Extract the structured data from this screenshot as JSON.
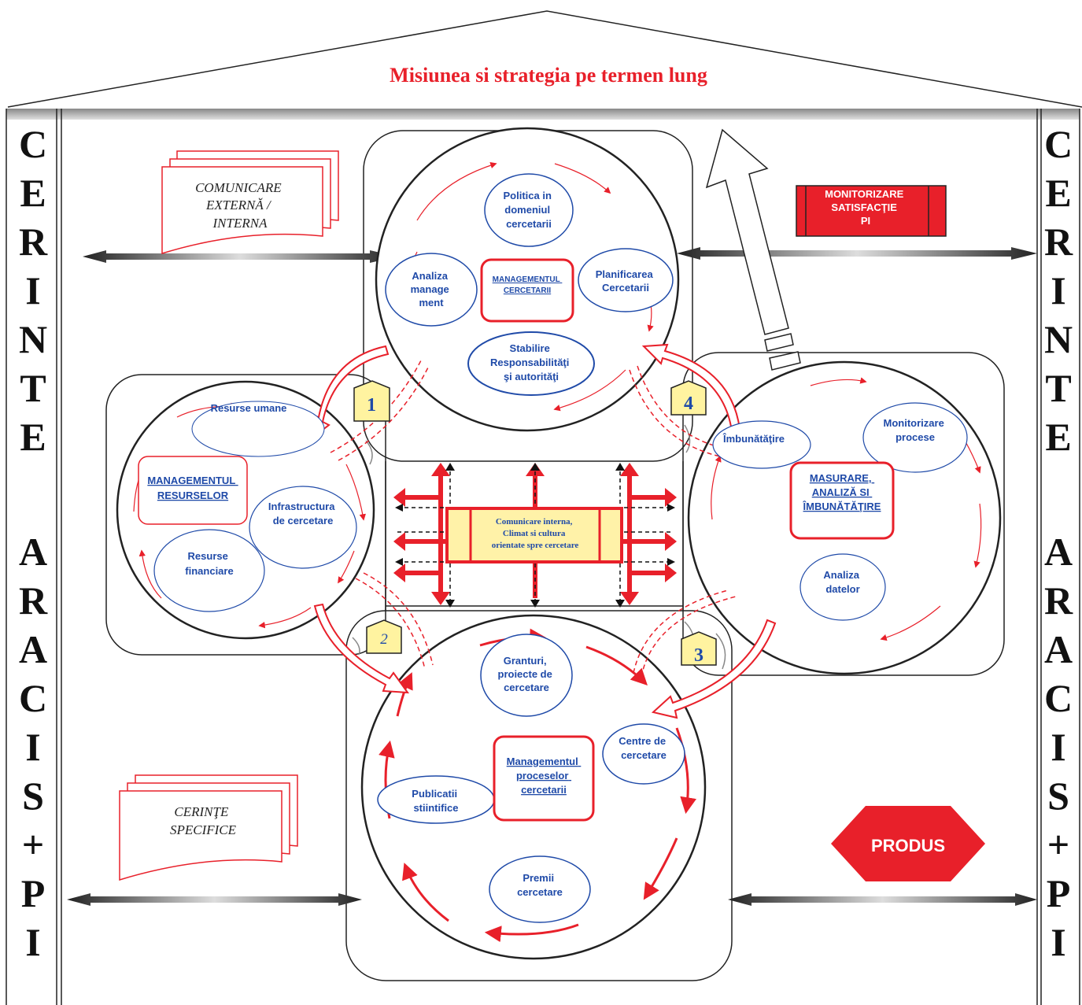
{
  "title": "Misiunea si strategia pe termen lung",
  "side_label_top": [
    "C",
    "E",
    "R",
    "I",
    "N",
    "T",
    "E"
  ],
  "side_label_bottom": [
    "A",
    "R",
    "A",
    "C",
    "I",
    "S",
    "+",
    "P",
    "I"
  ],
  "docs": {
    "communication": [
      "COMUNICARE",
      "EXTERNĂ /",
      "INTERNA"
    ],
    "requirements": [
      "CERINŢE",
      "SPECIFICE"
    ]
  },
  "monitor_box": [
    "MONITORIZARE",
    "SATISFACŢIE",
    "PI"
  ],
  "product_label": "PRODUS",
  "center_box": [
    "Comunicare interna,",
    "Climat si cultura",
    "orientate spre cercetare"
  ],
  "step_badges": [
    "1",
    "2",
    "3",
    "4"
  ],
  "circles": {
    "research_management": {
      "title": [
        "MANAGEMENTUL",
        "CERCETARII"
      ],
      "items": [
        [
          "Politica in",
          "domeniul",
          "cercetarii"
        ],
        [
          "Analiza",
          "manage",
          "ment"
        ],
        [
          "Planificarea",
          "Cercetarii"
        ],
        [
          "Stabilire",
          "Responsabilităţi",
          "şi autorităţi"
        ]
      ]
    },
    "resource_management": {
      "title": [
        "MANAGEMENTUL",
        "RESURSELOR"
      ],
      "items": [
        [
          "Resurse umane"
        ],
        [
          "Infrastructura",
          "de cercetare"
        ],
        [
          "Resurse",
          "financiare"
        ]
      ]
    },
    "measurement": {
      "title": [
        "MASURARE,",
        "ANALIZĂ SI",
        "ÎMBUNĂTĂŢIRE"
      ],
      "items": [
        [
          "Îmbunătăţire"
        ],
        [
          "Monitorizare",
          "procese"
        ],
        [
          "Analiza",
          "datelor"
        ]
      ]
    },
    "process_management": {
      "title": [
        "Managementul",
        "proceselor",
        "cercetarii"
      ],
      "items": [
        [
          "Granturi,",
          "proiecte de",
          "cercetare"
        ],
        [
          "Centre de",
          "cercetare"
        ],
        [
          "Publicatii",
          "stiintifice"
        ],
        [
          "Premii",
          "cercetare"
        ]
      ]
    }
  },
  "colors": {
    "red": "#e8202a",
    "navy": "#1f4aa8",
    "yellow": "#fff2a8",
    "badge_yellow": "#fff3a0",
    "gray": "#bdbdbd"
  }
}
